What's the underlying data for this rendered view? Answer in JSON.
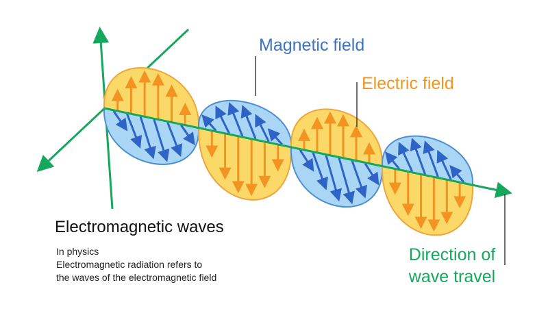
{
  "labels": {
    "magnetic_field": "Magnetic field",
    "electric_field": "Electric field",
    "direction_line1": "Direction of",
    "direction_line2": "wave travel"
  },
  "caption": {
    "title": "Electromagnetic waves",
    "line1": "In physics",
    "line2": "Electromagnetic radiation  refers to",
    "line3": "the waves of the electromagnetic field"
  },
  "colors": {
    "electric_fill": "#fbd968",
    "electric_stroke": "#f0a53a",
    "electric_arrow": "#f39321",
    "magnetic_fill": "#a9d6f5",
    "magnetic_stroke": "#4d8ed0",
    "magnetic_arrow": "#2f63c5",
    "axis": "#15a85c",
    "label_magnetic": "#3d74c6",
    "label_electric": "#f0961e",
    "label_direction": "#15a85c"
  },
  "diagram": {
    "electric_lobes": 4,
    "magnetic_lobes": 4,
    "arrows_per_lobe": 6
  }
}
